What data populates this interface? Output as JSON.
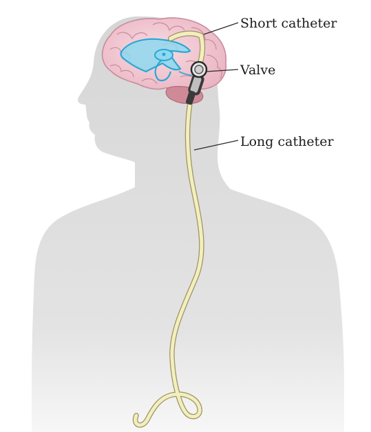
{
  "labels": {
    "short_catheter": "Short catheter",
    "valve": "Valve",
    "long_catheter": "Long catheter"
  },
  "colors": {
    "body": "#dcdcdc",
    "brain": "#f2c9d3",
    "brain_outline": "#c98a9c",
    "ventricles": "#7fd3ec",
    "ventricle_outline": "#2aa7d4",
    "cerebellum": "#cf8a98",
    "catheter": "#f3eebd",
    "catheter_outline": "#9c9263",
    "valve": "#e8e8e8"
  }
}
